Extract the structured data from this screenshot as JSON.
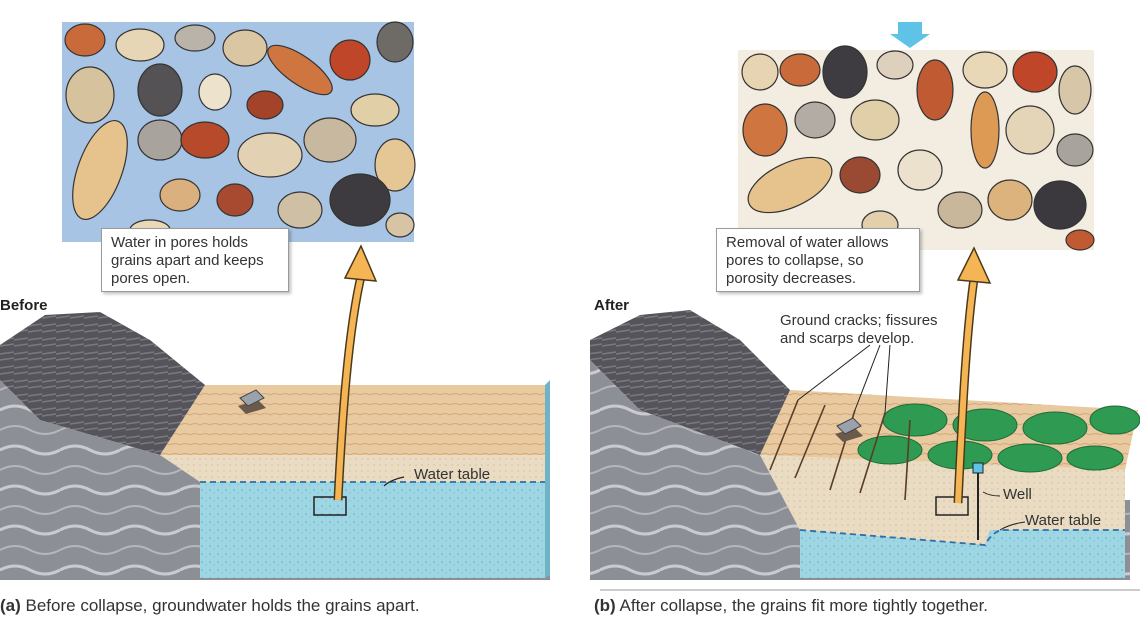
{
  "panel_a": {
    "label": "Before",
    "callout": "Water in pores holds\ngrains apart and keeps\npores open.",
    "water_table_label": "Water table",
    "caption_letter": "(a)",
    "caption_text": " Before collapse, groundwater holds the grains apart."
  },
  "panel_b": {
    "label": "After",
    "callout": "Removal of water allows\npores to collapse, so\nporosity decreases.",
    "cracks_label": "Ground cracks; fissures\nand scarps develop.",
    "well_label": "Well",
    "water_table_label": "Water table",
    "caption_letter": "(b)",
    "caption_text": " After collapse, the grains fit more tightly together."
  },
  "colors": {
    "pore_water": "#a8c4e4",
    "dry_pores": "#f3ece0",
    "groundwater": "#9fd6e3",
    "sand_surface": "#e8c9a0",
    "bedrock": "#8d8f96",
    "arrow": "#f6b554",
    "down_arrow": "#5ec3e6",
    "fields": "#2f9a52"
  }
}
